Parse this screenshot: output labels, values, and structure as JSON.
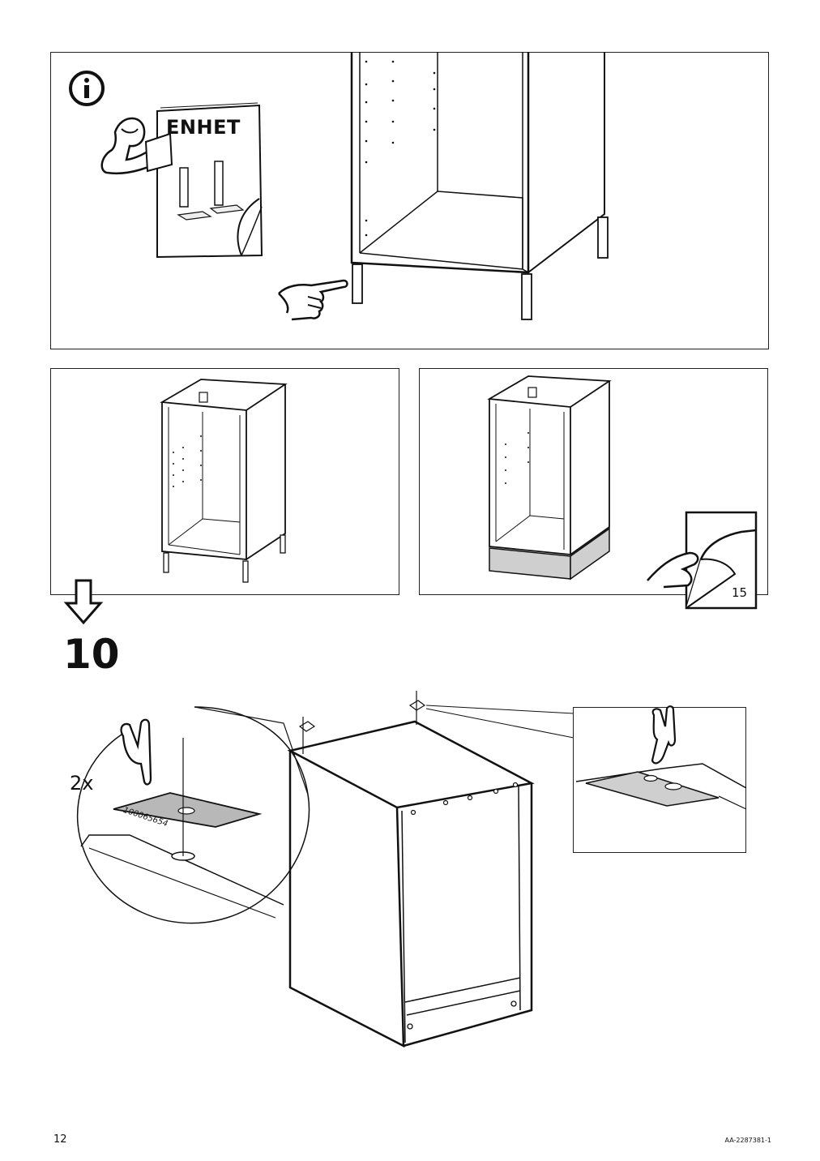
{
  "step": {
    "number": "10",
    "quantity": "2x",
    "part_number": "100065654"
  },
  "info_panel": {
    "icon": "info-icon",
    "booklet_title": "ENHET"
  },
  "reference": {
    "page": "15",
    "icon": "page-turn-icon"
  },
  "footer": {
    "page_number": "12",
    "document_id": "AA-2287381-1"
  },
  "colors": {
    "line": "#222222",
    "fill_gray": "#cfcfcf",
    "part_gray": "#b8b8b8"
  }
}
